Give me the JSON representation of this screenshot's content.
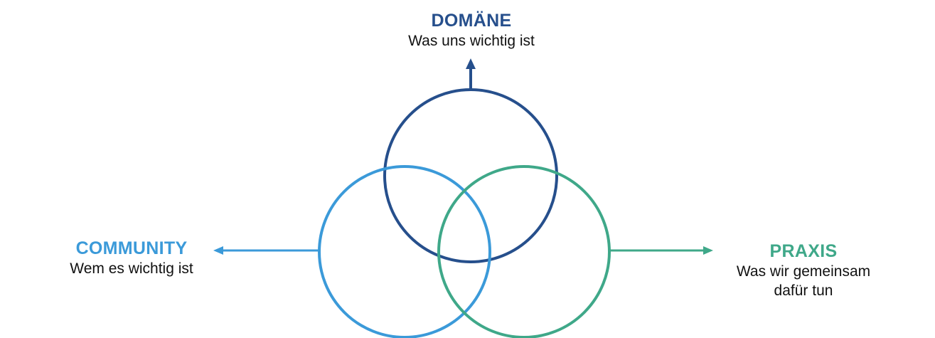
{
  "colors": {
    "domaene": "#264f8c",
    "community": "#3b9ad9",
    "praxis": "#3fa889"
  },
  "domaene": {
    "title": "DOMÄNE",
    "description": "Was uns wichtig ist"
  },
  "community": {
    "title": "COMMUNITY",
    "description": "Wem es wichtig ist"
  },
  "praxis": {
    "title": "PRAXIS",
    "description_line1": "Was wir gemeinsam",
    "description_line2": "dafür tun"
  }
}
